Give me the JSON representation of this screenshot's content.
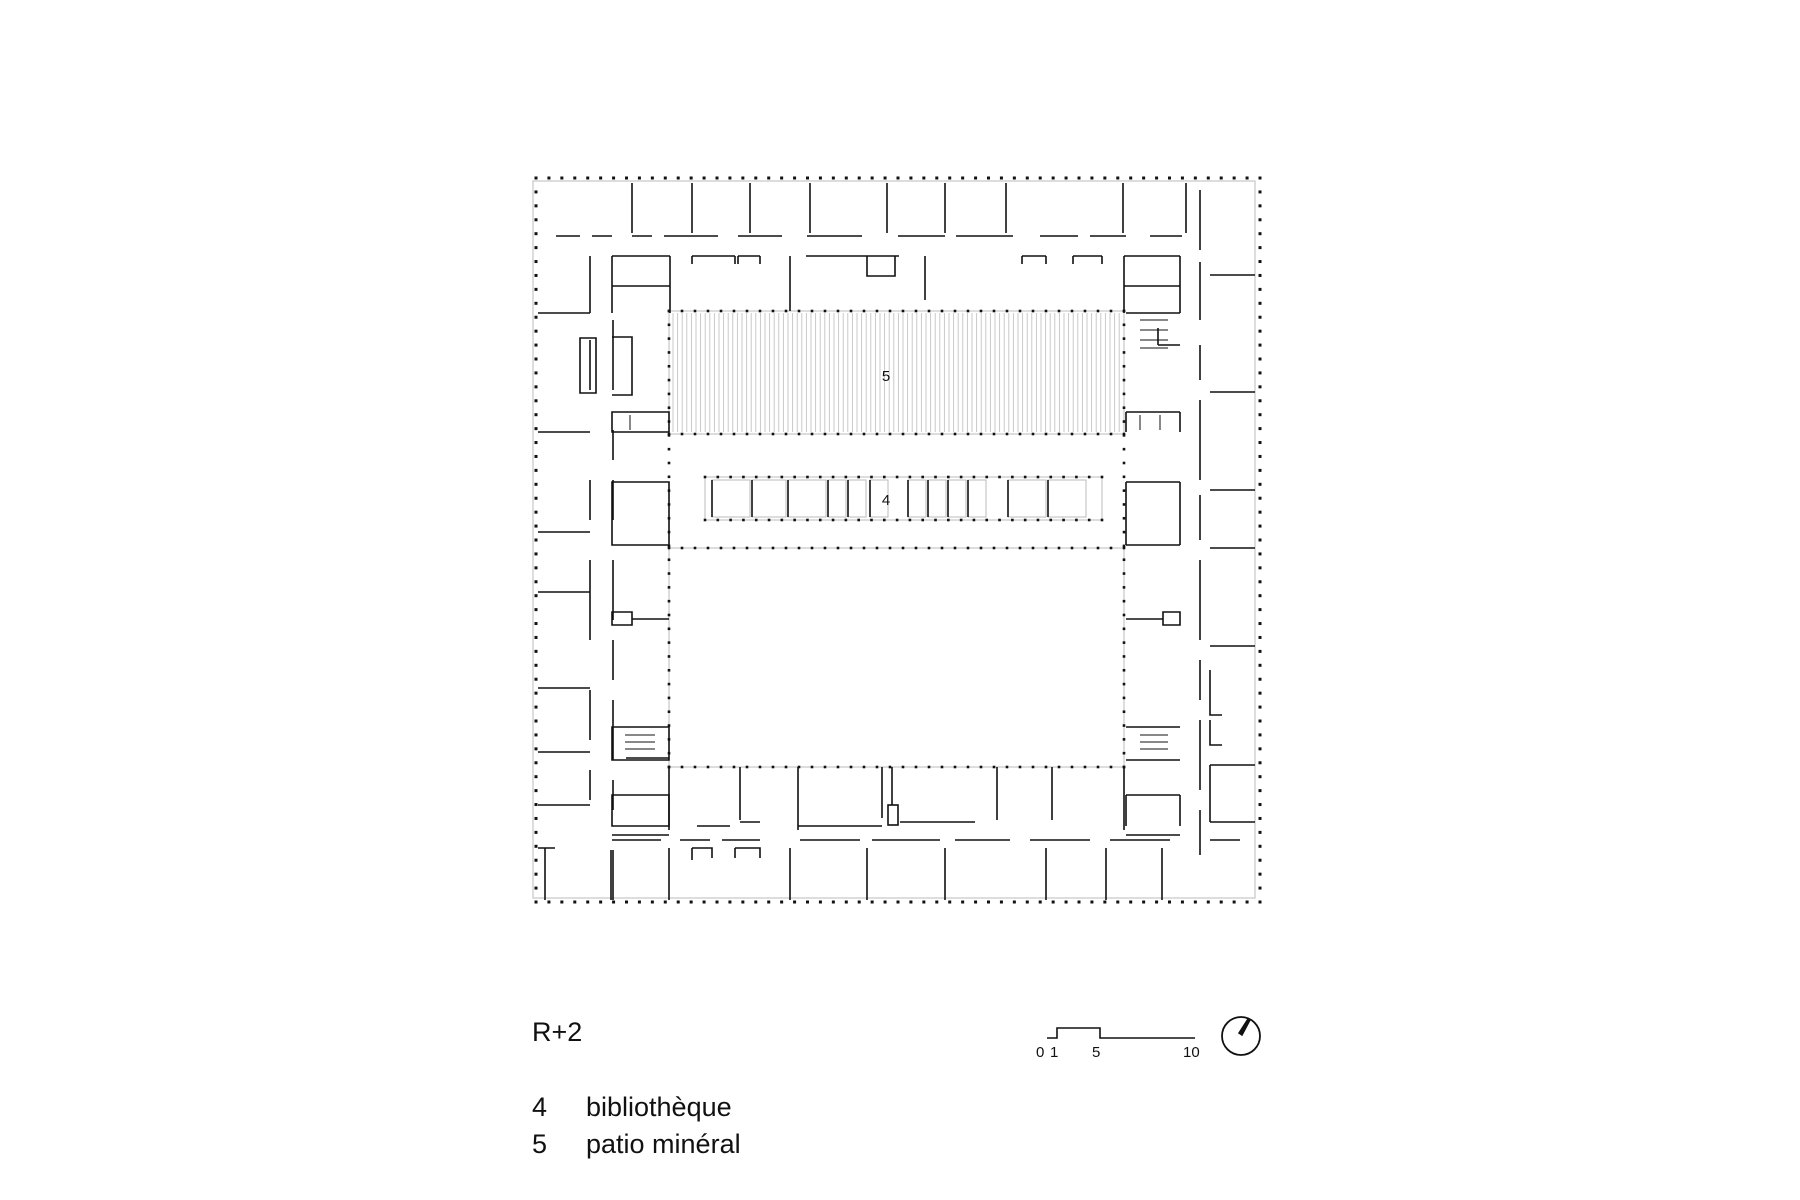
{
  "level_label": "R+2",
  "room_labels": [
    "5",
    "4"
  ],
  "legend": [
    {
      "number": "4",
      "label": "bibliothèque"
    },
    {
      "number": "5",
      "label": "patio minéral"
    }
  ],
  "scale_bar": {
    "ticks": [
      "0",
      "1",
      "5",
      "10"
    ]
  },
  "icons": {
    "north_arrow": "north-arrow-icon"
  },
  "colors": {
    "ink": "#111111",
    "pattern": "#c4c4c4",
    "outline": "#bbbbbb"
  }
}
